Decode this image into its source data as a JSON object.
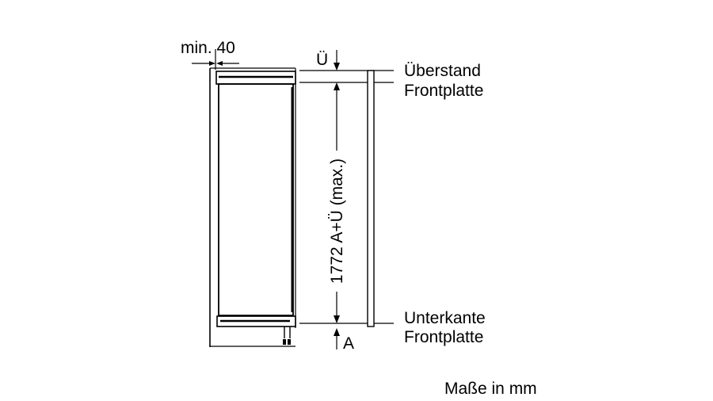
{
  "labels": {
    "min_gap": "min. 40",
    "overhang_symbol": "Ü",
    "overhang_line1": "Überstand",
    "overhang_line2": "Frontplatte",
    "height_dimension": "1772 A+Ü (max.)",
    "lower_edge_line1": "Unterkante",
    "lower_edge_line2": "Frontplatte",
    "bottom_symbol": "A",
    "units_note": "Maße in mm"
  }
}
